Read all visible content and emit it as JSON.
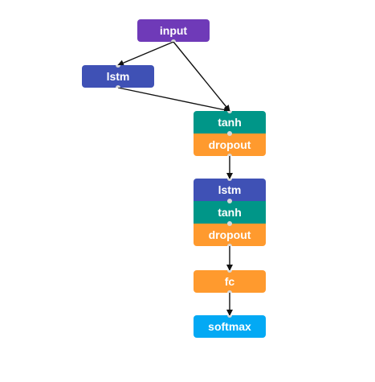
{
  "colors": {
    "purple": "#6f3ab8",
    "indigo": "#3f51b5",
    "teal": "#009688",
    "orange": "#ff9a2e",
    "blue": "#03a9f4",
    "edge": "#111111",
    "port": "#d9d9d9"
  },
  "nodes": {
    "input": {
      "layers": [
        {
          "label": "input",
          "color": "#6f3ab8"
        }
      ]
    },
    "lstm1": {
      "layers": [
        {
          "label": "lstm",
          "color": "#3f51b5"
        }
      ]
    },
    "block1": {
      "layers": [
        {
          "label": "tanh",
          "color": "#009688"
        },
        {
          "label": "dropout",
          "color": "#ff9a2e"
        }
      ]
    },
    "block2": {
      "layers": [
        {
          "label": "lstm",
          "color": "#3f51b5"
        },
        {
          "label": "tanh",
          "color": "#009688"
        },
        {
          "label": "dropout",
          "color": "#ff9a2e"
        }
      ]
    },
    "fc": {
      "layers": [
        {
          "label": "fc",
          "color": "#ff9a2e"
        }
      ]
    },
    "softmax": {
      "layers": [
        {
          "label": "softmax",
          "color": "#03a9f4"
        }
      ]
    }
  },
  "edges": [
    {
      "from": "input",
      "to": "lstm1"
    },
    {
      "from": "input",
      "to": "block1"
    },
    {
      "from": "lstm1",
      "to": "block1"
    },
    {
      "from": "block1",
      "to": "block2"
    },
    {
      "from": "block2",
      "to": "fc"
    },
    {
      "from": "fc",
      "to": "softmax"
    }
  ]
}
